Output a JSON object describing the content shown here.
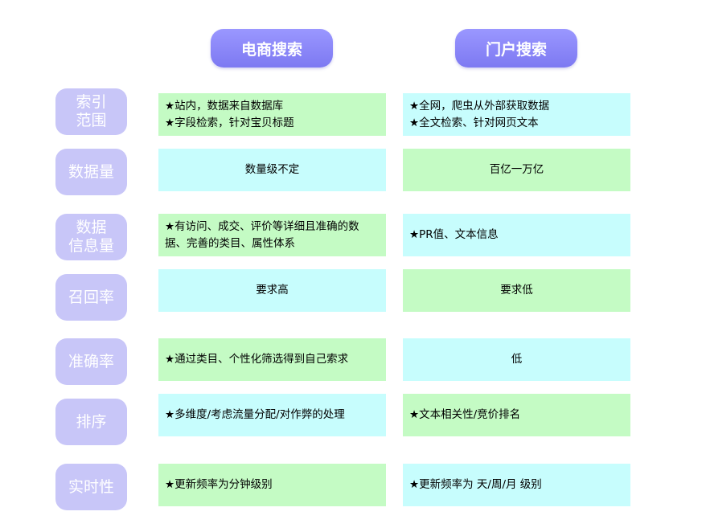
{
  "headers": {
    "ecommerce": "电商搜索",
    "portal": "门户搜索"
  },
  "rows": [
    {
      "label": "索引\n范围",
      "ecommerce": "★站内，数据来自数据库\n★字段检索，针对宝贝标题",
      "portal": "★全网，爬虫从外部获取数据\n★全文检索、针对网页文本"
    },
    {
      "label": "数据量",
      "ecommerce": "数量级不定",
      "portal": "百亿一万亿"
    },
    {
      "label": "数据\n信息量",
      "ecommerce": "★有访问、成交、评价等详细且准确的数\n据、完善的类目、属性体系",
      "portal": "★PR值、文本信息"
    },
    {
      "label": "召回率",
      "ecommerce": "要求高",
      "portal": "要求低"
    },
    {
      "label": "准确率",
      "ecommerce": "★通过类目、个性化筛选得到自己索求",
      "portal": "低"
    },
    {
      "label": "排序",
      "ecommerce": "★多维度/考虑流量分配/对作弊的处理",
      "portal": "★文本相关性/竞价排名"
    },
    {
      "label": "实时性",
      "ecommerce": "★更新频率为分钟级别",
      "portal": "★更新频率为 天/周/月 级别"
    }
  ],
  "colors": {
    "header": "#8783f6",
    "label": "#c8c6f8",
    "green": "#c4fbc4",
    "cyan": "#c7fdfd"
  }
}
